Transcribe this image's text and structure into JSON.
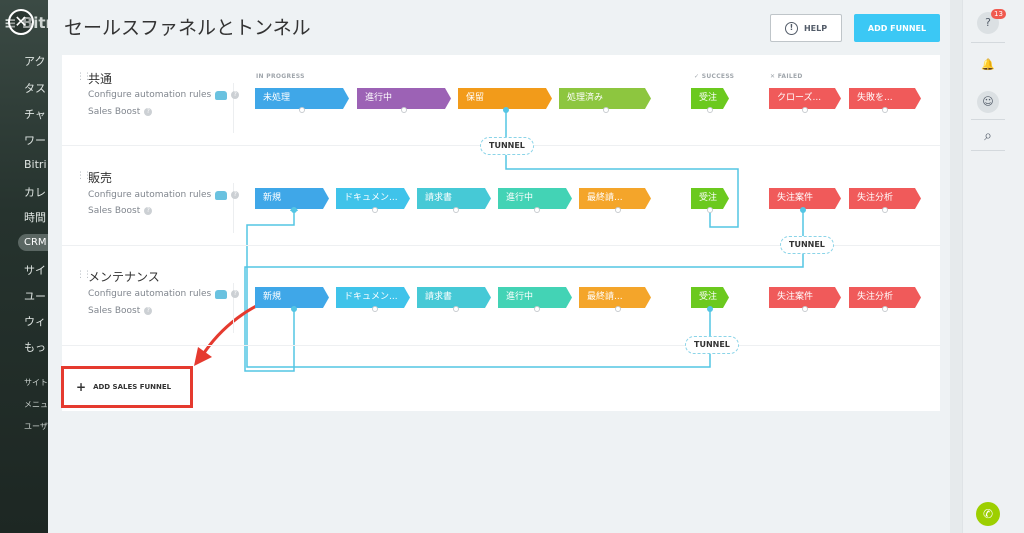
{
  "page": {
    "title": "セールスファネルとトンネル",
    "help_label": "HELP",
    "add_funnel_label": "ADD FUNNEL",
    "add_sales_funnel_label": "ADD SALES FUNNEL",
    "close_symbol": "✕"
  },
  "sections": {
    "in_progress": "IN PROGRESS",
    "success": "SUCCESS",
    "failed": "FAILED"
  },
  "funnels": [
    {
      "name": "共通",
      "automation": "Configure automation rules",
      "boost": "Sales Boost",
      "stages": [
        {
          "label": "未処理",
          "color": "#3fa7e8"
        },
        {
          "label": "進行中",
          "color": "#9c62b5"
        },
        {
          "label": "保留",
          "color": "#f29b1a"
        },
        {
          "label": "処理済み",
          "color": "#8dc63f"
        },
        {
          "label": "受注",
          "color": "#6bc91e"
        },
        {
          "label": "クローズ...",
          "color": "#f05a5a"
        },
        {
          "label": "失敗を...",
          "color": "#f05a5a"
        }
      ]
    },
    {
      "name": "販売",
      "automation": "Configure automation rules",
      "boost": "Sales Boost",
      "stages": [
        {
          "label": "新規",
          "color": "#3fa7e8"
        },
        {
          "label": "ドキュメン...",
          "color": "#3fc3ea"
        },
        {
          "label": "請求書",
          "color": "#46c9d6"
        },
        {
          "label": "進行中",
          "color": "#43d3b5"
        },
        {
          "label": "最終請...",
          "color": "#f4a52a"
        },
        {
          "label": "受注",
          "color": "#6bc91e"
        },
        {
          "label": "失注案件",
          "color": "#f05a5a"
        },
        {
          "label": "失注分析",
          "color": "#f05a5a"
        }
      ]
    },
    {
      "name": "メンテナンス",
      "automation": "Configure automation rules",
      "boost": "Sales Boost",
      "stages": [
        {
          "label": "新規",
          "color": "#3fa7e8"
        },
        {
          "label": "ドキュメン...",
          "color": "#3fc3ea"
        },
        {
          "label": "請求書",
          "color": "#46c9d6"
        },
        {
          "label": "進行中",
          "color": "#43d3b5"
        },
        {
          "label": "最終請...",
          "color": "#f4a52a"
        },
        {
          "label": "受注",
          "color": "#6bc91e"
        },
        {
          "label": "失注案件",
          "color": "#f05a5a"
        },
        {
          "label": "失注分析",
          "color": "#f05a5a"
        }
      ]
    }
  ],
  "tunnels": {
    "label": "TUNNEL"
  },
  "left_menu": {
    "brand": "≡ Bitr",
    "items": [
      "アク",
      "タス",
      "チャ",
      "ワー",
      "Bitri",
      "カレ",
      "時間",
      "CRM",
      "サイ",
      "ユー",
      "ウィ",
      "もっ"
    ],
    "small_items": [
      "サイト",
      "メニュ",
      "ユーザ"
    ]
  },
  "right_toolbar": {
    "badge_count": "13",
    "icons": [
      "help-icon",
      "bell-icon",
      "chat-icon",
      "search-icon",
      "phone-icon"
    ]
  }
}
